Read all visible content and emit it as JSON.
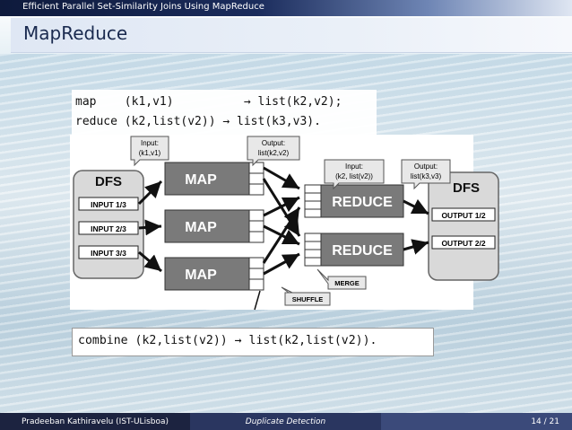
{
  "header": {
    "headline": "Efficient Parallel Set-Similarity Joins Using MapReduce"
  },
  "frame": {
    "title": "MapReduce"
  },
  "code": {
    "map_line": "map    (k1,v1)          → list(k2,v2);",
    "reduce_line": "reduce (k2,list(v2)) → list(k3,v3).",
    "combine_line": "combine (k2,list(v2)) → list(k2,list(v2))."
  },
  "diagram": {
    "dfs_in": "DFS",
    "dfs_out": "DFS",
    "inputs": [
      "INPUT 1/3",
      "INPUT 2/3",
      "INPUT 3/3"
    ],
    "maps": [
      "MAP",
      "MAP",
      "MAP"
    ],
    "reduces": [
      "REDUCE",
      "REDUCE"
    ],
    "outputs": [
      "OUTPUT 1/2",
      "OUTPUT 2/2"
    ],
    "callouts": {
      "map_input": [
        "Input:",
        "(k1,v1)"
      ],
      "map_output": [
        "Output:",
        "list(k2,v2)"
      ],
      "reduce_input": [
        "Input:",
        "(k2, list(v2))"
      ],
      "reduce_output": [
        "Output:",
        "list(k3,v3)"
      ],
      "merge": "MERGE",
      "shuffle": "SHUFFLE"
    }
  },
  "footer": {
    "author": "Pradeeban Kathiravelu  (IST-ULisboa)",
    "section": "Duplicate Detection",
    "page": "14 / 21"
  }
}
